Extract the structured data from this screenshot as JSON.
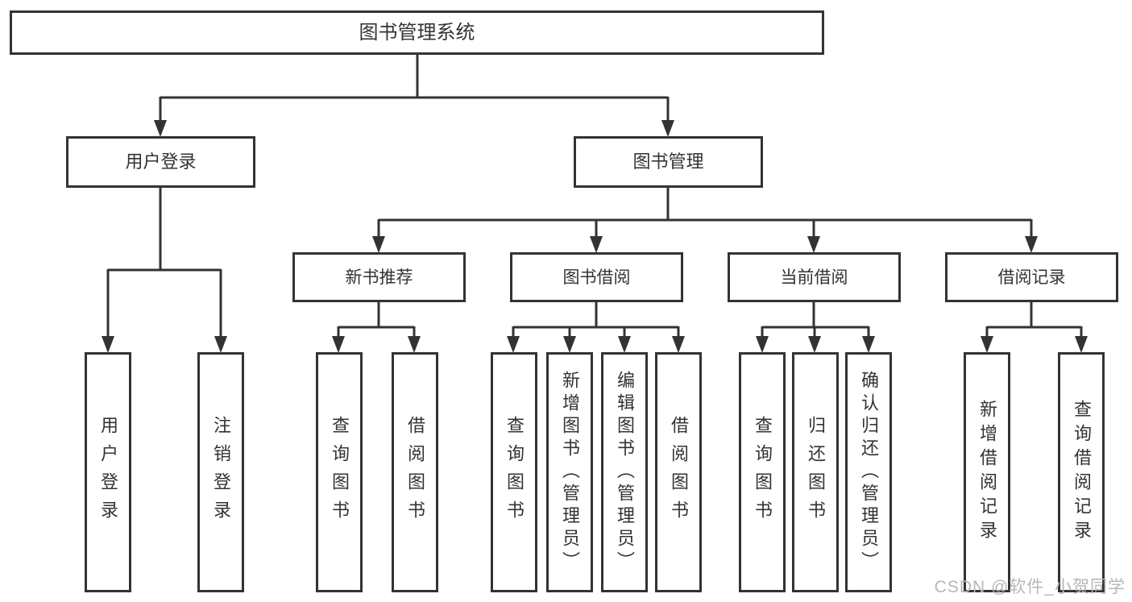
{
  "nodes": {
    "root": {
      "label": "图书管理系统"
    },
    "user_login": {
      "label": "用户登录"
    },
    "book_mgmt": {
      "label": "图书管理"
    },
    "new_book_rec": {
      "label": "新书推荐"
    },
    "book_borrow": {
      "label": "图书借阅"
    },
    "current_borrow": {
      "label": "当前借阅"
    },
    "borrow_records": {
      "label": "借阅记录"
    },
    "ul_login": {
      "label": "用户登录"
    },
    "ul_logout": {
      "label": "注销登录"
    },
    "nbr_query": {
      "label": "查询图书"
    },
    "nbr_borrow": {
      "label": "借阅图书"
    },
    "bb_query": {
      "label": "查询图书"
    },
    "bb_add": {
      "label": "新增图书（管理员）"
    },
    "bb_edit": {
      "label": "编辑图书（管理员）"
    },
    "bb_borrow": {
      "label": "借阅图书"
    },
    "cb_query": {
      "label": "查询图书"
    },
    "cb_return": {
      "label": "归还图书"
    },
    "cb_confirm": {
      "label": "确认归还（管理员）"
    },
    "br_add": {
      "label": "新增借阅记录"
    },
    "br_query": {
      "label": "查询借阅记录"
    }
  },
  "hierarchy": {
    "图书管理系统": [
      "用户登录",
      "图书管理"
    ],
    "用户登录": [
      "用户登录",
      "注销登录"
    ],
    "图书管理": [
      "新书推荐",
      "图书借阅",
      "当前借阅",
      "借阅记录"
    ],
    "新书推荐": [
      "查询图书",
      "借阅图书"
    ],
    "图书借阅": [
      "查询图书",
      "新增图书（管理员）",
      "编辑图书（管理员）",
      "借阅图书"
    ],
    "当前借阅": [
      "查询图书",
      "归还图书",
      "确认归还（管理员）"
    ],
    "借阅记录": [
      "新增借阅记录",
      "查询借阅记录"
    ]
  },
  "watermark": {
    "text": "CSDN @软件_小贺同学"
  },
  "colors": {
    "line": "#333333",
    "text": "#333333",
    "background": "#ffffff",
    "watermark": "#b7b7b7"
  }
}
